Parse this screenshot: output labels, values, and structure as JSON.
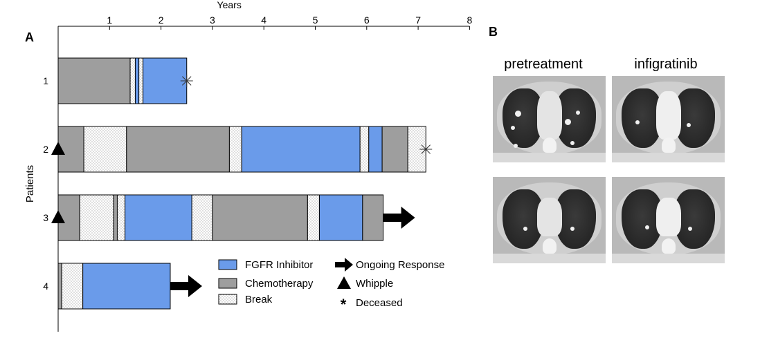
{
  "panel_a_label": "A",
  "panel_b_label": "B",
  "ct_labels": {
    "pretreatment": "pretreatment",
    "infigratinib": "infigratinib"
  },
  "colors": {
    "fgfr": "#6a9bea",
    "chemo": "#9e9e9e",
    "break": "#ffffff",
    "stroke": "#000000"
  },
  "chart_data": {
    "type": "bar",
    "orientation": "horizontal-stacked-timeline",
    "xlabel": "Years",
    "ylabel": "Patients",
    "xlim": [
      0,
      8
    ],
    "xticks": [
      1,
      2,
      3,
      4,
      5,
      6,
      7,
      8
    ],
    "categories": [
      "1",
      "2",
      "3",
      "4"
    ],
    "patients": [
      {
        "label": "1",
        "segments": [
          {
            "type": "chemo",
            "start": 0,
            "end": 1.4
          },
          {
            "type": "break",
            "start": 1.4,
            "end": 1.5
          },
          {
            "type": "fgfr",
            "start": 1.5,
            "end": 1.57
          },
          {
            "type": "break",
            "start": 1.57,
            "end": 1.65
          },
          {
            "type": "fgfr",
            "start": 1.65,
            "end": 2.5
          }
        ],
        "deceased": 2.5,
        "whipple": false,
        "ongoing": false
      },
      {
        "label": "2",
        "segments": [
          {
            "type": "chemo",
            "start": 0,
            "end": 0.5
          },
          {
            "type": "break",
            "start": 0.5,
            "end": 1.33
          },
          {
            "type": "chemo",
            "start": 1.33,
            "end": 3.33
          },
          {
            "type": "break",
            "start": 3.33,
            "end": 3.57
          },
          {
            "type": "fgfr",
            "start": 3.57,
            "end": 5.87
          },
          {
            "type": "break",
            "start": 5.87,
            "end": 6.04
          },
          {
            "type": "fgfr",
            "start": 6.04,
            "end": 6.3
          },
          {
            "type": "chemo",
            "start": 6.3,
            "end": 6.8
          },
          {
            "type": "break",
            "start": 6.8,
            "end": 7.15
          }
        ],
        "deceased": 7.15,
        "whipple": true,
        "ongoing": false
      },
      {
        "label": "3",
        "segments": [
          {
            "type": "chemo",
            "start": 0,
            "end": 0.42
          },
          {
            "type": "break",
            "start": 0.42,
            "end": 1.08
          },
          {
            "type": "chemo",
            "start": 1.08,
            "end": 1.15
          },
          {
            "type": "break",
            "start": 1.15,
            "end": 1.3
          },
          {
            "type": "fgfr",
            "start": 1.3,
            "end": 2.6
          },
          {
            "type": "break",
            "start": 2.6,
            "end": 3.0
          },
          {
            "type": "chemo",
            "start": 3.0,
            "end": 4.85
          },
          {
            "type": "break",
            "start": 4.85,
            "end": 5.08
          },
          {
            "type": "fgfr",
            "start": 5.08,
            "end": 5.92
          },
          {
            "type": "chemo",
            "start": 5.92,
            "end": 6.32
          }
        ],
        "deceased": null,
        "whipple": true,
        "ongoing": true
      },
      {
        "label": "4",
        "segments": [
          {
            "type": "chemo",
            "start": 0,
            "end": 0.07
          },
          {
            "type": "break",
            "start": 0.07,
            "end": 0.48
          },
          {
            "type": "fgfr",
            "start": 0.48,
            "end": 2.18
          }
        ],
        "deceased": null,
        "whipple": false,
        "ongoing": true
      }
    ],
    "legend": [
      {
        "symbol": "fgfr-box",
        "label": "FGFR Inhibitor"
      },
      {
        "symbol": "chemo-box",
        "label": "Chemotherapy"
      },
      {
        "symbol": "break-box",
        "label": "Break"
      },
      {
        "symbol": "arrow",
        "label": "Ongoing Response"
      },
      {
        "symbol": "triangle",
        "label": "Whipple"
      },
      {
        "symbol": "asterisk",
        "label": "Deceased"
      }
    ]
  }
}
